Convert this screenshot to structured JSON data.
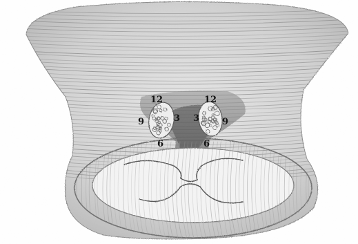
{
  "illustration": {
    "kind": "pencil sketch",
    "colors": {
      "paper": "#ffffff",
      "graphite": "#7a7a7a",
      "dark_shading": "#5f5f5f",
      "label": "#151515"
    },
    "labels": {
      "left": {
        "top": "12",
        "inner": "3",
        "outer": "9",
        "bottom": "6"
      },
      "right": {
        "top": "12",
        "inner": "3",
        "outer": "9",
        "bottom": "6"
      }
    }
  }
}
